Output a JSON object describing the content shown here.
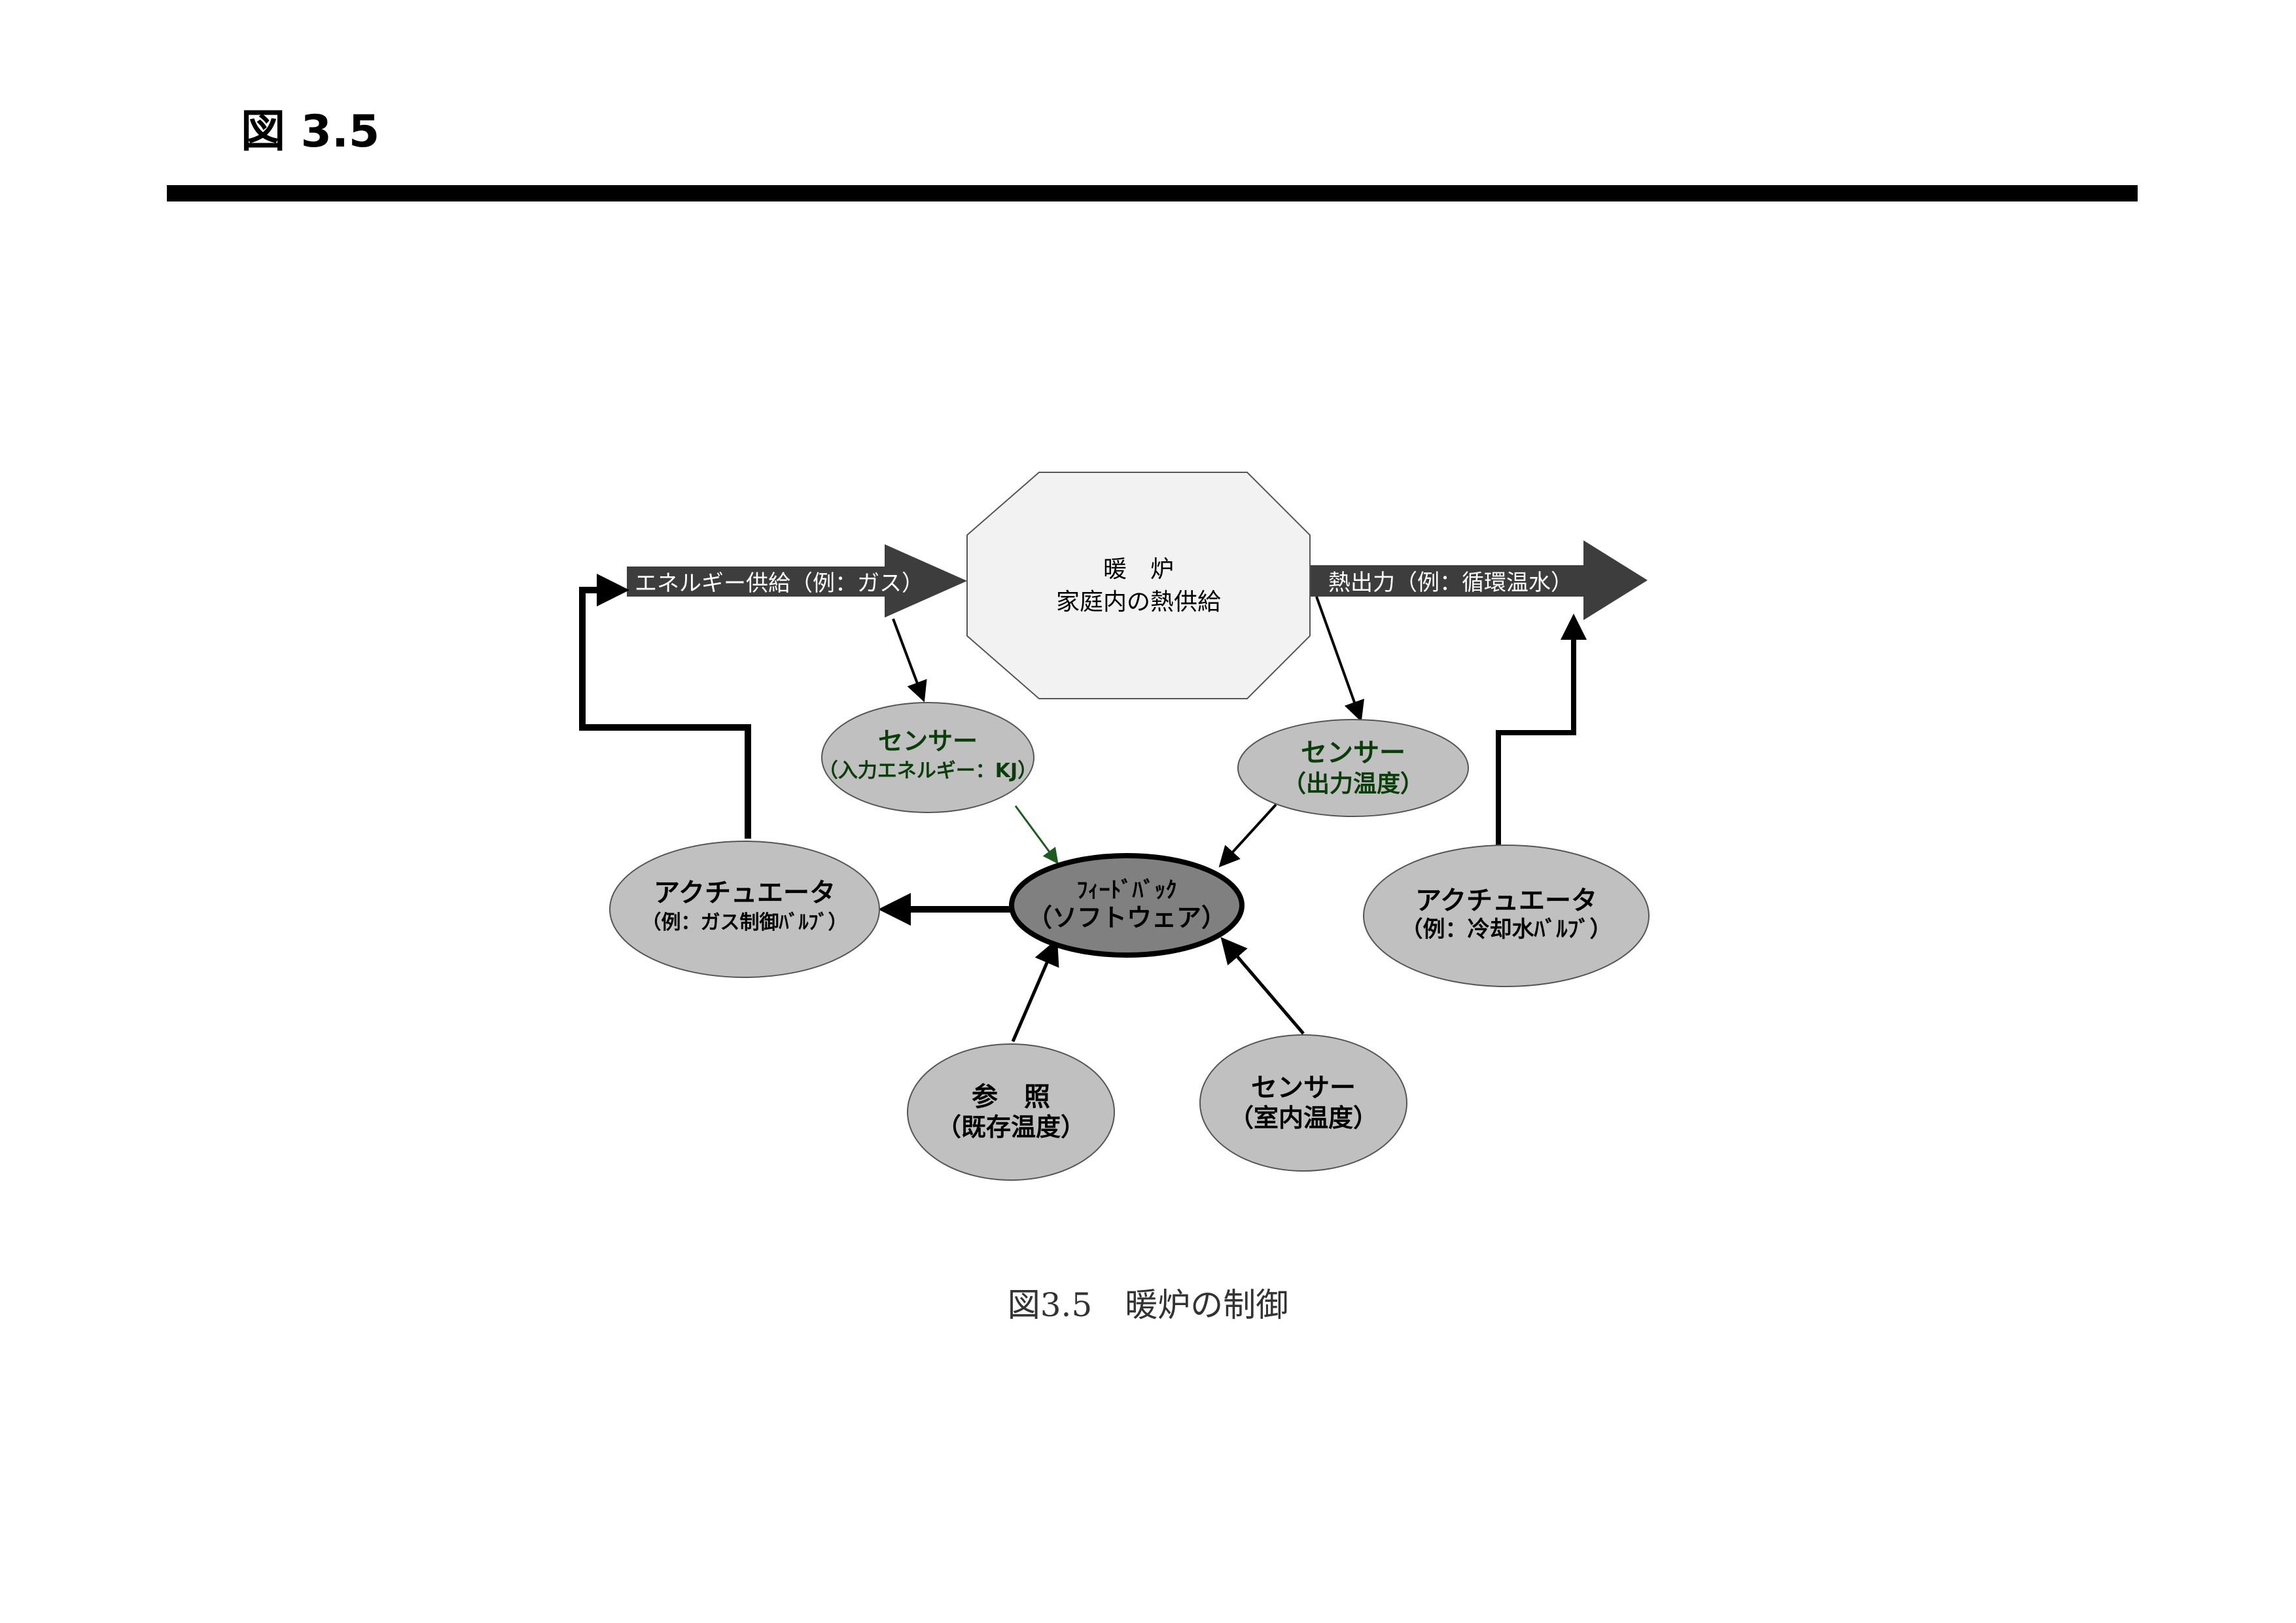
{
  "header": {
    "title": "図 3.5"
  },
  "diagram": {
    "supply_arrow_label": "エネルギー供給（例：ガス）",
    "output_arrow_label": "熱出力（例：循環温水）",
    "furnace": {
      "line1": "暖　炉",
      "line2": "家庭内の熱供給"
    },
    "sensor_energy": {
      "line1": "センサー",
      "line2": "（入力エネルギー：KJ）"
    },
    "sensor_output": {
      "line1": "センサー",
      "line2": "（出力温度）"
    },
    "feedback": {
      "line1": "ﾌｨｰﾄﾞﾊﾞｯｸ",
      "line2": "（ソフトウェア）"
    },
    "actuator_gas": {
      "line1": "アクチュエータ",
      "line2": "（例：ガス制御ﾊﾞﾙﾌﾞ）"
    },
    "actuator_cool": {
      "line1": "アクチュエータ",
      "line2": "（例：冷却水ﾊﾞﾙﾌﾞ）"
    },
    "reference": {
      "line1": "参　照",
      "line2": "（既存温度）"
    },
    "sensor_room": {
      "line1": "センサー",
      "line2": "（室内温度）"
    }
  },
  "caption": "図3.5　暖炉の制御",
  "colors": {
    "arrow_fill": "#3d3d3d",
    "node_fill": "#c0c0c0",
    "feedback_fill": "#808080",
    "furnace_fill": "#f2f2f2",
    "sensor_text": "#0b3d0b"
  }
}
